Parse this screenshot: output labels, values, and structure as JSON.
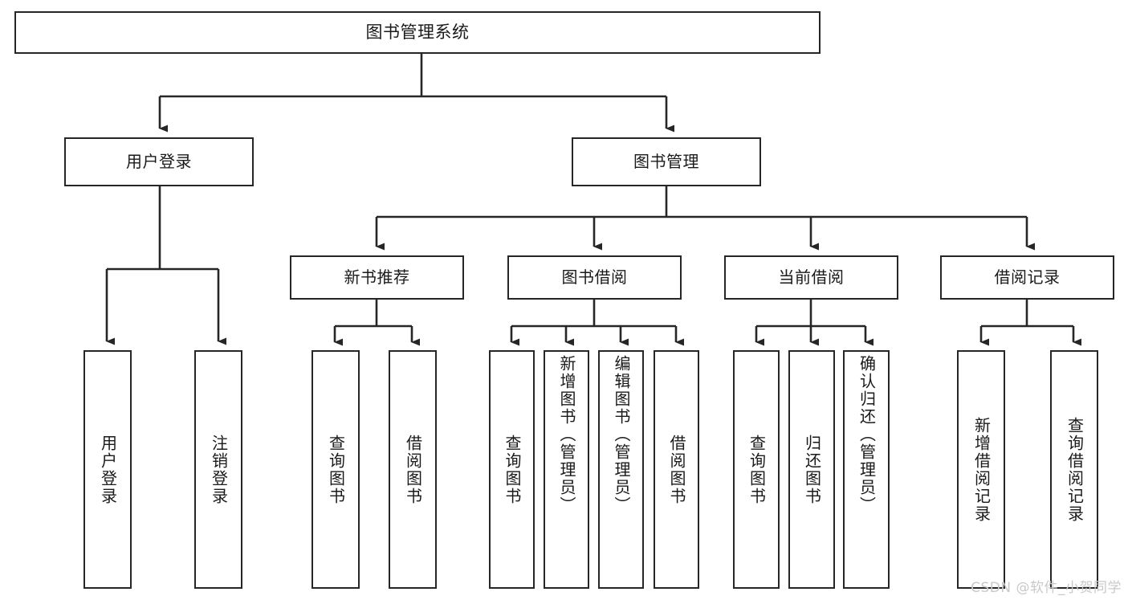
{
  "diagram": {
    "title": "图书管理系统",
    "type": "tree-hierarchy",
    "orientation": "top-down",
    "colors": {
      "stroke": "#262626",
      "fill": "#ffffff",
      "text": "#1a1a1a",
      "watermark": "#c9c9c9"
    }
  },
  "root": {
    "label": "图书管理系统"
  },
  "level2": [
    {
      "label": "用户登录"
    },
    {
      "label": "图书管理"
    }
  ],
  "level3": [
    {
      "label": "新书推荐"
    },
    {
      "label": "图书借阅"
    },
    {
      "label": "当前借阅"
    },
    {
      "label": "借阅记录"
    }
  ],
  "leaves": {
    "user_login": [
      {
        "label": "用户登录"
      },
      {
        "label": "注销登录"
      }
    ],
    "new_book_recommend": [
      {
        "label": "查询图书"
      },
      {
        "label": "借阅图书"
      }
    ],
    "book_borrow": [
      {
        "label": "查询图书"
      },
      {
        "label": "新增图书（管理员）"
      },
      {
        "label": "编辑图书（管理员）"
      },
      {
        "label": "借阅图书"
      }
    ],
    "current_borrow": [
      {
        "label": "查询图书"
      },
      {
        "label": "归还图书"
      },
      {
        "label": "确认归还（管理员）"
      }
    ],
    "borrow_record": [
      {
        "label": "新增借阅记录"
      },
      {
        "label": "查询借阅记录"
      }
    ]
  },
  "watermark": {
    "text": "CSDN @软件_小贺同学"
  }
}
